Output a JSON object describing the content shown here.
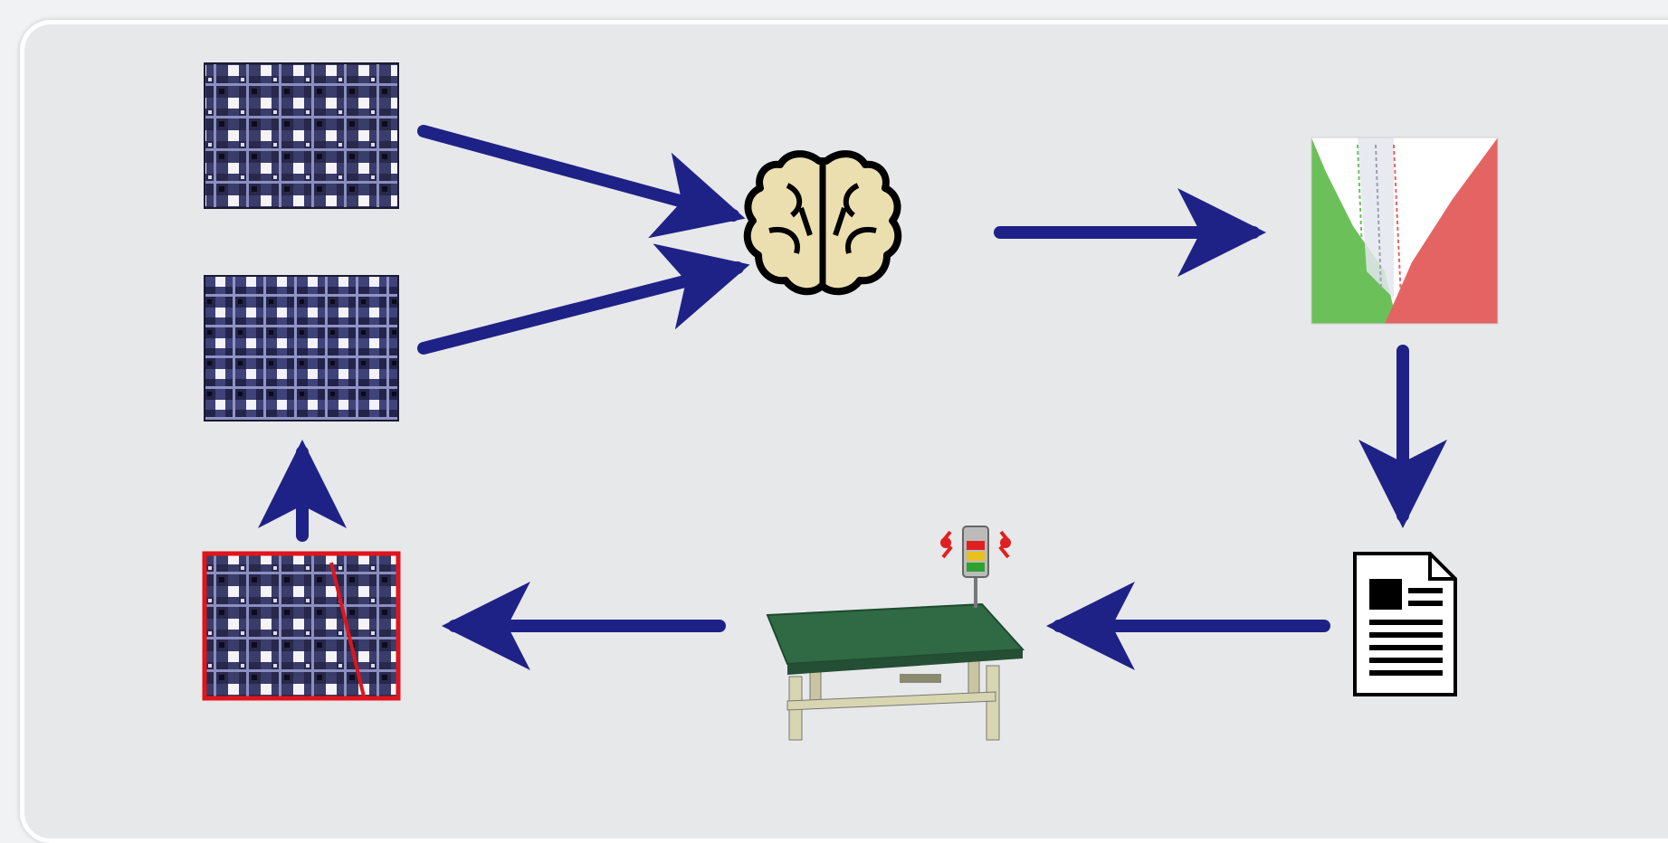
{
  "diagram": {
    "colors": {
      "panel_background": "#e7e8ea",
      "panel_border": "#ffffff",
      "arrow": "#1e2286",
      "fabric_dark": "#1a1a33",
      "fabric_light": "#f4f4f8",
      "defect_outline": "#e0141c",
      "brain_fill": "#ebdfb0",
      "brain_outline": "#000000",
      "chart_green": "#6cc05a",
      "chart_red": "#e46464",
      "table_top": "#2f6a44",
      "table_legs": "#d8d6b0"
    },
    "nodes": [
      {
        "id": "fabric-sample-1",
        "icon": "plaid-fabric-image"
      },
      {
        "id": "fabric-sample-2",
        "icon": "plaid-fabric-image"
      },
      {
        "id": "neural-network",
        "icon": "brain-icon"
      },
      {
        "id": "classification-plot",
        "icon": "decision-boundary-chart"
      },
      {
        "id": "report",
        "icon": "document-icon"
      },
      {
        "id": "inspection-station",
        "icon": "workbench-with-signal-tower"
      },
      {
        "id": "defect-sample",
        "icon": "plaid-fabric-with-defect"
      }
    ],
    "edges": [
      {
        "from": "fabric-sample-1",
        "to": "neural-network"
      },
      {
        "from": "fabric-sample-2",
        "to": "neural-network"
      },
      {
        "from": "neural-network",
        "to": "classification-plot"
      },
      {
        "from": "classification-plot",
        "to": "report"
      },
      {
        "from": "report",
        "to": "inspection-station"
      },
      {
        "from": "inspection-station",
        "to": "defect-sample"
      },
      {
        "from": "defect-sample",
        "to": "fabric-sample-2"
      }
    ]
  }
}
